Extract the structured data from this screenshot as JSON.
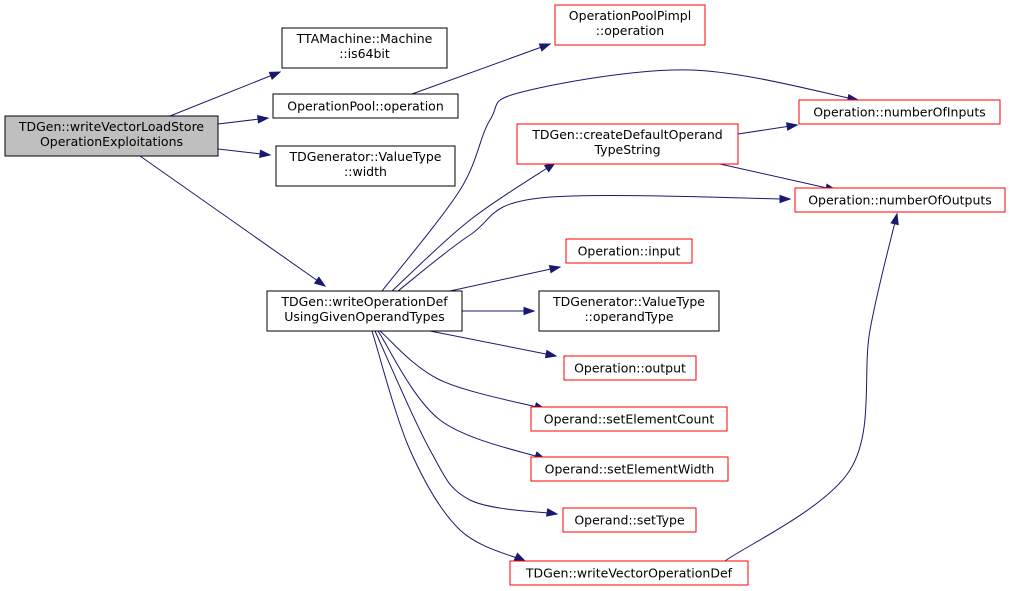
{
  "colors": {
    "edge": "#191970",
    "root_fill": "#bfbfbf",
    "root_stroke": "#000000",
    "black_stroke": "#000000",
    "red_stroke": "#ff0000",
    "node_fill": "#ffffff"
  },
  "nodes": {
    "root": [
      "TDGen::writeVectorLoadStore",
      "OperationExploitations"
    ],
    "is64bit": [
      "TTAMachine::Machine",
      "::is64bit"
    ],
    "opPoolOperation": [
      "OperationPool::operation"
    ],
    "valueTypeWidth": [
      "TDGenerator::ValueType",
      "::width"
    ],
    "writeOpDef": [
      "TDGen::writeOperationDef",
      "UsingGivenOperandTypes"
    ],
    "opPoolPimpl": [
      "OperationPoolPimpl",
      "::operation"
    ],
    "numInputs": [
      "Operation::numberOfInputs"
    ],
    "createDefault": [
      "TDGen::createDefaultOperand",
      "TypeString"
    ],
    "numOutputs": [
      "Operation::numberOfOutputs"
    ],
    "opInput": [
      "Operation::input"
    ],
    "operandType": [
      "TDGenerator::ValueType",
      "::operandType"
    ],
    "opOutput": [
      "Operation::output"
    ],
    "setElemCount": [
      "Operand::setElementCount"
    ],
    "setElemWidth": [
      "Operand::setElementWidth"
    ],
    "setType": [
      "Operand::setType"
    ],
    "writeVecOpDef": [
      "TDGen::writeVectorOperationDef"
    ]
  },
  "edges": [
    [
      "root",
      "is64bit"
    ],
    [
      "root",
      "opPoolOperation"
    ],
    [
      "root",
      "valueTypeWidth"
    ],
    [
      "root",
      "writeOpDef"
    ],
    [
      "opPoolOperation",
      "opPoolPimpl"
    ],
    [
      "writeOpDef",
      "numInputs"
    ],
    [
      "writeOpDef",
      "createDefault"
    ],
    [
      "writeOpDef",
      "numOutputs"
    ],
    [
      "writeOpDef",
      "opInput"
    ],
    [
      "writeOpDef",
      "operandType"
    ],
    [
      "writeOpDef",
      "opOutput"
    ],
    [
      "writeOpDef",
      "setElemCount"
    ],
    [
      "writeOpDef",
      "setElemWidth"
    ],
    [
      "writeOpDef",
      "setType"
    ],
    [
      "writeOpDef",
      "writeVecOpDef"
    ],
    [
      "createDefault",
      "numInputs"
    ],
    [
      "createDefault",
      "numOutputs"
    ],
    [
      "writeVecOpDef",
      "numOutputs"
    ]
  ]
}
